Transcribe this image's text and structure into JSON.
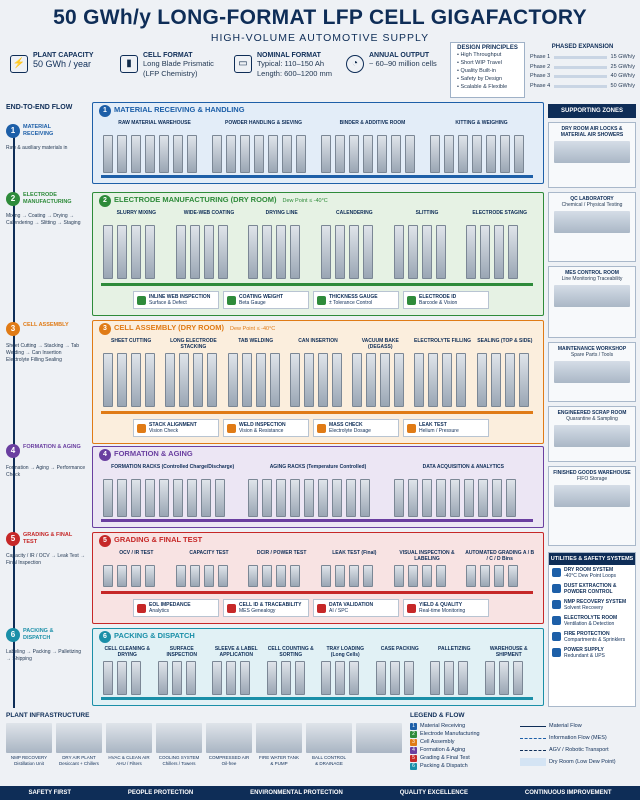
{
  "header": {
    "title": "50 GWh/y  LONG-FORMAT LFP CELL GIGAFACTORY",
    "subtitle": "HIGH-VOLUME AUTOMOTIVE SUPPLY",
    "specs": [
      {
        "icon": "lightning-icon",
        "title": "PLANT CAPACITY",
        "value": "50 GWh / year",
        "detail": ""
      },
      {
        "icon": "battery-icon",
        "title": "CELL FORMAT",
        "value": "Long Blade Prismatic",
        "detail": "(LFP Chemistry)"
      },
      {
        "icon": "ruler-icon",
        "title": "NOMINAL FORMAT",
        "value": "Typical: 110–150 Ah",
        "detail": "Length: 600–1200 mm"
      },
      {
        "icon": "gauge-icon",
        "title": "ANNUAL OUTPUT",
        "value": "~ 60–90 million cells",
        "detail": ""
      }
    ]
  },
  "principles": {
    "title": "DESIGN PRINCIPLES",
    "items": [
      "• High Throughput",
      "• Short WIP Travel",
      "• Quality Built-in",
      "• Safety by Design",
      "• Scalable & Flexible"
    ]
  },
  "phases": {
    "title": "PHASED EXPANSION",
    "rows": [
      {
        "label": "Phase 1",
        "value": "15 GWh/y"
      },
      {
        "label": "Phase 2",
        "value": "25 GWh/y"
      },
      {
        "label": "Phase 3",
        "value": "40 GWh/y"
      },
      {
        "label": "Phase 4",
        "value": "50 GWh/y"
      }
    ]
  },
  "flow": {
    "title": "END-TO-END FLOW",
    "steps": [
      {
        "num": "1",
        "name": "MATERIAL RECEIVING",
        "desc": "Raw & auxiliary materials in",
        "color": "#1d5fa8"
      },
      {
        "num": "2",
        "name": "ELECTRODE MANUFACTURING",
        "desc": "Mixing → Coating → Drying → Calendering → Slitting → Staging",
        "color": "#2e8b3a"
      },
      {
        "num": "3",
        "name": "CELL ASSEMBLY",
        "desc": "Sheet Cutting → Stacking → Tab Welding → Can Insertion Electrolyte Filling Sealing",
        "color": "#e07b16"
      },
      {
        "num": "4",
        "name": "FORMATION & AGING",
        "desc": "Formation → Aging → Performance Check",
        "color": "#6a3fa0"
      },
      {
        "num": "5",
        "name": "GRADING & FINAL TEST",
        "desc": "Capacity / IR / OCV → Leak Test → Final Inspection",
        "color": "#c62828"
      },
      {
        "num": "6",
        "name": "PACKING & DISPATCH",
        "desc": "Labeling → Packing → Palletizing → Shipping",
        "color": "#1a8fa8"
      }
    ]
  },
  "zones": [
    {
      "num": "1",
      "title": "MATERIAL RECEIVING & HANDLING",
      "dew": "",
      "color": "#1d5fa8",
      "bg": "#e3edf8",
      "subs": [
        "RAW MATERIAL WAREHOUSE",
        "POWDER HANDLING & SIEVING",
        "BINDER & ADDITIVE ROOM",
        "KITTING & WEIGHING"
      ],
      "inspections": []
    },
    {
      "num": "2",
      "title": "ELECTRODE MANUFACTURING (DRY ROOM)",
      "dew": "Dew Point ≤ -40°C",
      "color": "#2e8b3a",
      "bg": "#e6f2e4",
      "subs": [
        "SLURRY MIXING",
        "WIDE-WEB COATING",
        "DRYING LINE",
        "CALENDERING",
        "SLITTING",
        "ELECTRODE STAGING"
      ],
      "inspections": [
        {
          "title": "INLINE WEB INSPECTION",
          "desc": "Surface & Defect"
        },
        {
          "title": "COATING WEIGHT",
          "desc": "Beta Gauge"
        },
        {
          "title": "THICKNESS GAUGE",
          "desc": "± Tolerance Control"
        },
        {
          "title": "ELECTRODE ID",
          "desc": "Barcode & Vision"
        }
      ]
    },
    {
      "num": "3",
      "title": "CELL ASSEMBLY (DRY ROOM)",
      "dew": "Dew Point ≤ -40°C",
      "color": "#e07b16",
      "bg": "#fbeedd",
      "subs": [
        "SHEET CUTTING",
        "LONG ELECTRODE STACKING",
        "TAB WELDING",
        "CAN INSERTION",
        "VACUUM BAKE (DEGASS)",
        "ELECTROLYTE FILLING",
        "SEALING (TOP & SIDE)"
      ],
      "inspections": [
        {
          "title": "STACK ALIGNMENT",
          "desc": "Vision Check"
        },
        {
          "title": "WELD INSPECTION",
          "desc": "Vision & Resistance"
        },
        {
          "title": "MASS CHECK",
          "desc": "Electrolyte Dosage"
        },
        {
          "title": "LEAK TEST",
          "desc": "Helium / Pressure"
        }
      ]
    },
    {
      "num": "4",
      "title": "FORMATION & AGING",
      "dew": "",
      "color": "#6a3fa0",
      "bg": "#ece6f4",
      "subs": [
        "FORMATION RACKS (Controlled Charge/Discharge)",
        "AGING RACKS (Temperature Controlled)",
        "DATA ACQUISITION & ANALYTICS"
      ],
      "inspections": []
    },
    {
      "num": "5",
      "title": "GRADING & FINAL TEST",
      "dew": "",
      "color": "#c62828",
      "bg": "#f8e3e3",
      "subs": [
        "OCV / IR TEST",
        "CAPACITY TEST",
        "DCIR / POWER TEST",
        "LEAK TEST (Final)",
        "VISUAL INSPECTION & LABELING",
        "AUTOMATED GRADING A / B / C / D Bins"
      ],
      "inspections": [
        {
          "title": "EOL IMPEDANCE",
          "desc": "Analytics"
        },
        {
          "title": "CELL ID & TRACEABILITY",
          "desc": "MES Genealogy"
        },
        {
          "title": "DATA VALIDATION",
          "desc": "AI / SPC"
        },
        {
          "title": "YIELD & QUALITY",
          "desc": "Real-time Monitoring"
        }
      ]
    },
    {
      "num": "6",
      "title": "PACKING & DISPATCH",
      "dew": "",
      "color": "#1a8fa8",
      "bg": "#e1f1f5",
      "subs": [
        "CELL CLEANING & DRYING",
        "SURFACE INSPECTION",
        "SLEEVE & LABEL APPLICATION",
        "CELL COUNTING & SORTING",
        "TRAY LOADING (Long Cells)",
        "CASE PACKING",
        "PALLETIZING",
        "WAREHOUSE & SHIPMENT"
      ],
      "inspections": []
    }
  ],
  "support": {
    "title": "SUPPORTING ZONES",
    "items": [
      {
        "title": "DRY ROOM AIR LOCKS & MATERIAL AIR SHOWERS",
        "desc": ""
      },
      {
        "title": "QC LABORATORY",
        "desc": "Chemical / Physical Testing"
      },
      {
        "title": "MES CONTROL ROOM",
        "desc": "Line Monitoring Traceability"
      },
      {
        "title": "MAINTENANCE WORKSHOP",
        "desc": "Spare Parts / Tools"
      },
      {
        "title": "ENGINEERED SCRAP ROOM",
        "desc": "Quarantine & Sampling"
      },
      {
        "title": "FINISHED GOODS WAREHOUSE",
        "desc": "FIFO Storage"
      }
    ]
  },
  "utilities": {
    "title": "UTILITIES & SAFETY SYSTEMS",
    "items": [
      {
        "title": "DRY ROOM SYSTEM",
        "desc": "-40°C Dew Point Loops"
      },
      {
        "title": "DUST EXTRACTION & POWDER CONTROL",
        "desc": ""
      },
      {
        "title": "NMP RECOVERY SYSTEM",
        "desc": "Solvent Recovery"
      },
      {
        "title": "ELECTROLYTE ROOM",
        "desc": "Ventilation & Detection"
      },
      {
        "title": "FIRE PROTECTION",
        "desc": "Compartments & Sprinklers"
      },
      {
        "title": "POWER SUPPLY",
        "desc": "Redundant & UPS"
      }
    ]
  },
  "infrastructure": {
    "title": "PLANT INFRASTRUCTURE",
    "items": [
      {
        "title": "NMP RECOVERY",
        "desc": "Distillation Unit"
      },
      {
        "title": "DRY AIR PLANT",
        "desc": "Desiccant + Chillers"
      },
      {
        "title": "HVAC & CLEAN AIR",
        "desc": "AHU / Filters"
      },
      {
        "title": "COOLING SYSTEM",
        "desc": "Chillers / Towers"
      },
      {
        "title": "COMPRESSED AIR",
        "desc": "Oil-free"
      },
      {
        "title": "FIRE WATER TANK",
        "desc": "& PUMP"
      },
      {
        "title": "BALL CONTROL",
        "desc": "& DRAINAGE"
      },
      {
        "title": "",
        "desc": ""
      }
    ]
  },
  "legend": {
    "title": "LEGEND & FLOW",
    "stages": [
      {
        "num": "1",
        "label": "Material Receiving",
        "color": "#1d5fa8"
      },
      {
        "num": "2",
        "label": "Electrode Manufacturing",
        "color": "#2e8b3a"
      },
      {
        "num": "3",
        "label": "Cell Assembly",
        "color": "#e07b16"
      },
      {
        "num": "4",
        "label": "Formation & Aging",
        "color": "#6a3fa0"
      },
      {
        "num": "5",
        "label": "Grading & Final Test",
        "color": "#c62828"
      },
      {
        "num": "6",
        "label": "Packing & Dispatch",
        "color": "#1a8fa8"
      }
    ],
    "lines": [
      {
        "label": "Material Flow",
        "style": "solid",
        "color": "#0e2d57"
      },
      {
        "label": "Information Flow (MES)",
        "style": "dashed",
        "color": "#1d5fa8"
      },
      {
        "label": "AGV / Robotic Transport",
        "style": "dashed",
        "color": "#0e2d57"
      },
      {
        "label": "Dry Room (Low Dew Point)",
        "style": "fill",
        "color": "#d4e4f4"
      }
    ]
  },
  "footer": [
    "SAFETY FIRST",
    "PEOPLE PROTECTION",
    "ENVIRONMENTAL PROTECTION",
    "QUALITY EXCELLENCE",
    "CONTINUOUS IMPROVEMENT"
  ]
}
